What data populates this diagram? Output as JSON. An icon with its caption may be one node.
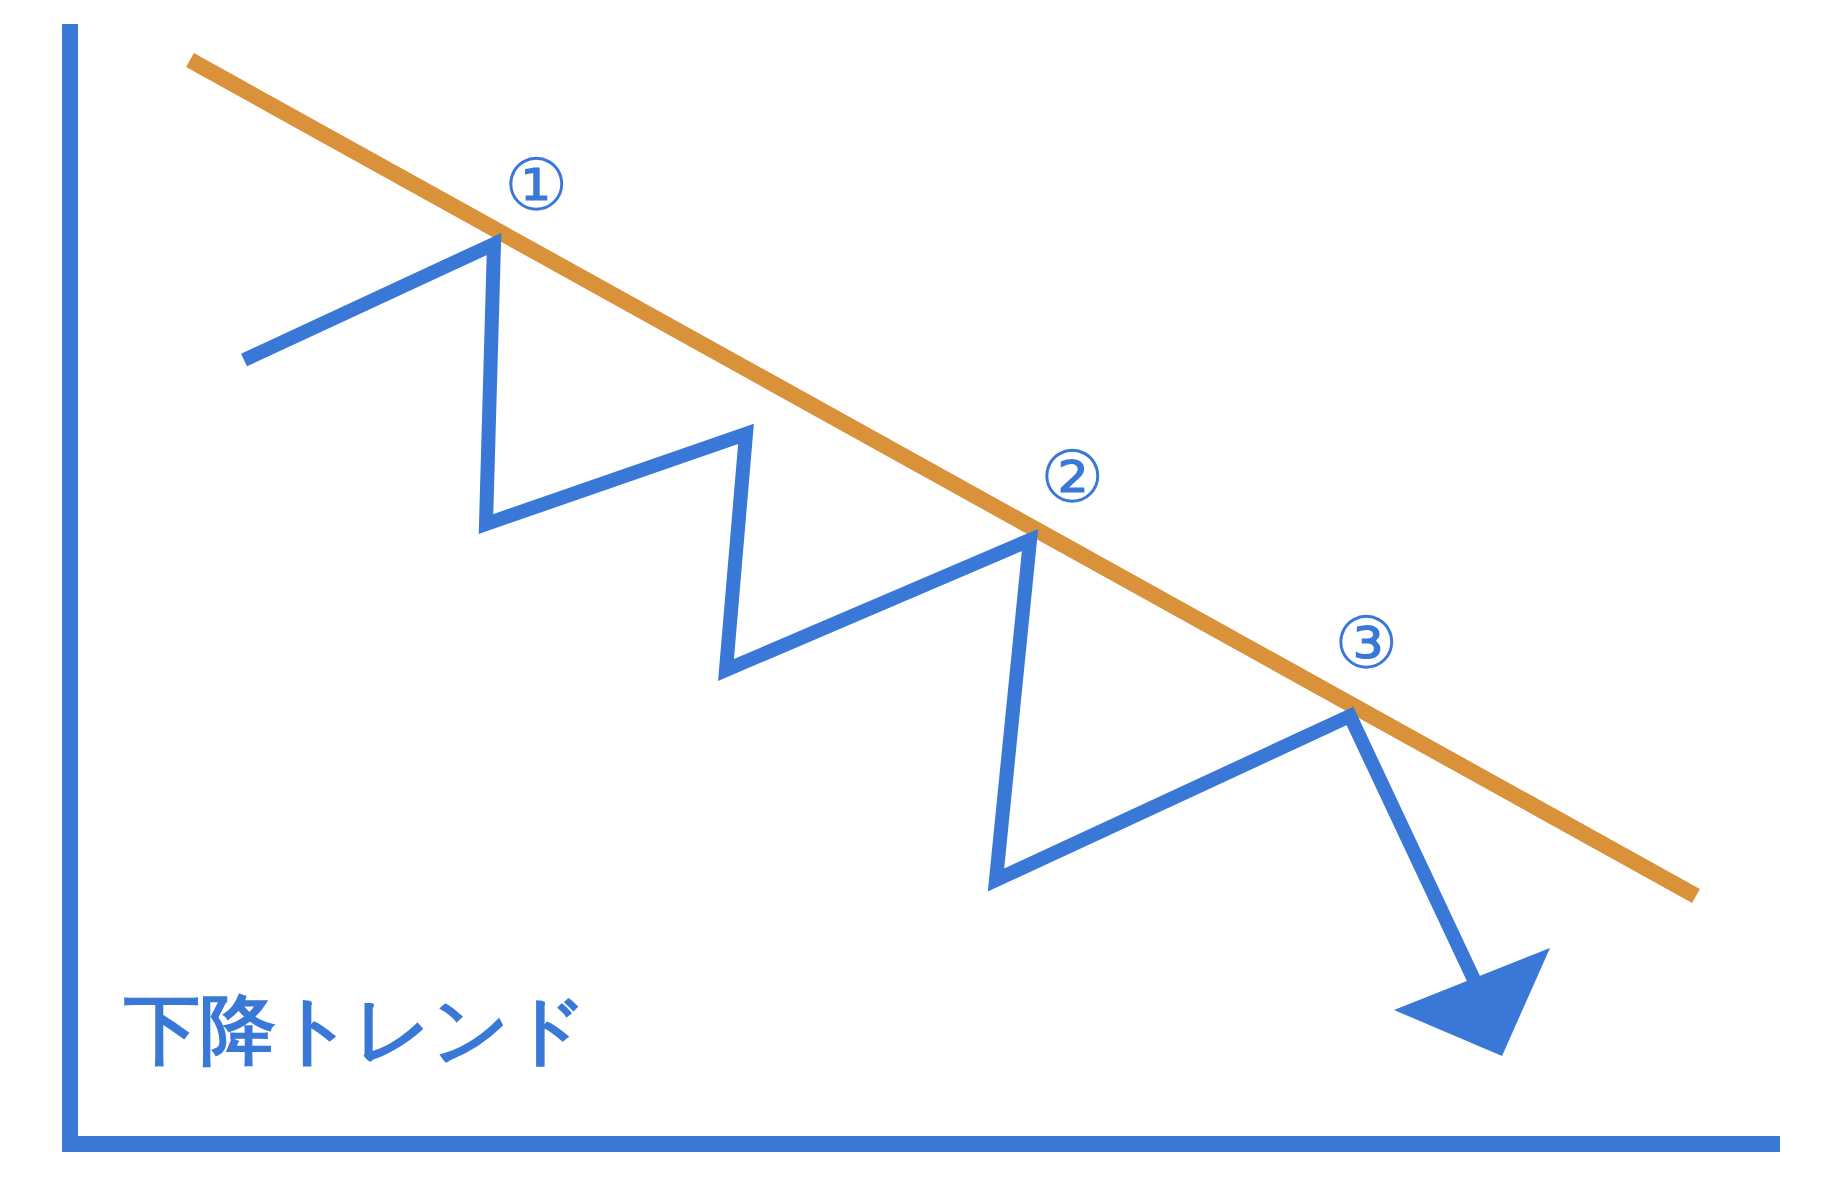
{
  "diagram": {
    "labels": [
      "①",
      "②",
      "③",
      "下降トレンド"
    ]
  }
}
